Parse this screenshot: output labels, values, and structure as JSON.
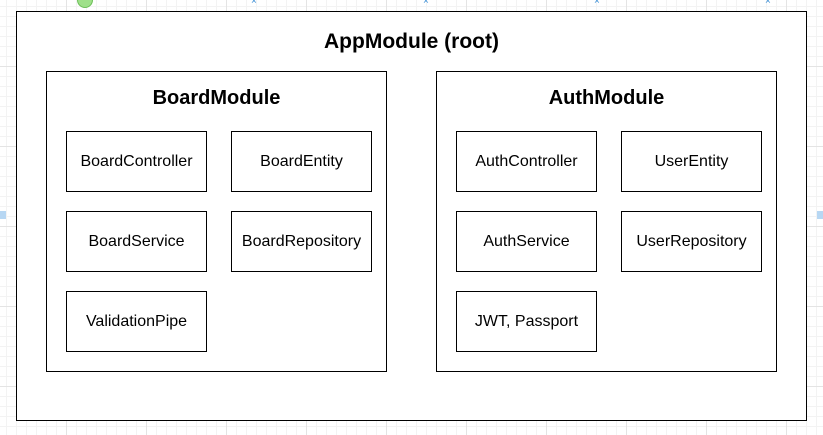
{
  "app_module": {
    "title": "AppModule (root)"
  },
  "board_module": {
    "title": "BoardModule",
    "components": [
      "BoardController",
      "BoardEntity",
      "BoardService",
      "BoardRepository",
      "ValidationPipe"
    ]
  },
  "auth_module": {
    "title": "AuthModule",
    "components": [
      "AuthController",
      "UserEntity",
      "AuthService",
      "UserRepository",
      "JWT, Passport"
    ]
  },
  "canvas": {
    "handle_icon": "×",
    "accent": "#3d8fd6"
  }
}
